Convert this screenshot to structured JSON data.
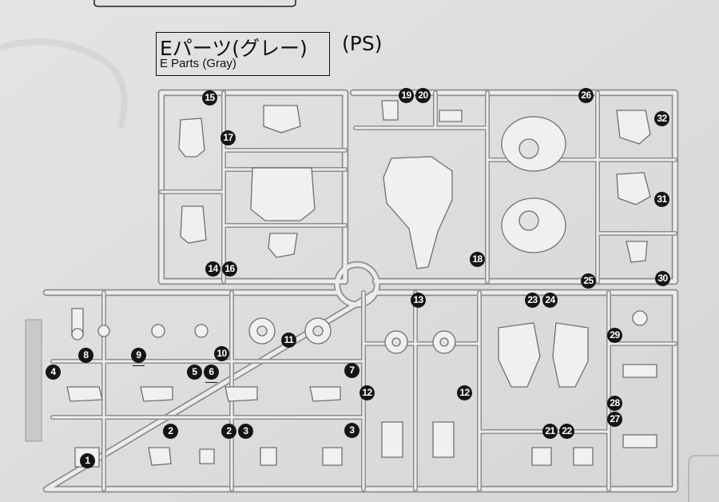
{
  "header": {
    "title_jp": "Eパーツ(グレー)",
    "title_en": "E Parts (Gray)",
    "material": "(PS)"
  },
  "parts": [
    {
      "id": "p15",
      "label": "15",
      "underline": false
    },
    {
      "id": "p17",
      "label": "17",
      "underline": false
    },
    {
      "id": "p14",
      "label": "14",
      "underline": false
    },
    {
      "id": "p16",
      "label": "16",
      "underline": false
    },
    {
      "id": "p19",
      "label": "19",
      "underline": false
    },
    {
      "id": "p20",
      "label": "20",
      "underline": false
    },
    {
      "id": "p26",
      "label": "26",
      "underline": false
    },
    {
      "id": "p32",
      "label": "32",
      "underline": false
    },
    {
      "id": "p31",
      "label": "31",
      "underline": false
    },
    {
      "id": "p18",
      "label": "18",
      "underline": false
    },
    {
      "id": "p25",
      "label": "25",
      "underline": false
    },
    {
      "id": "p30",
      "label": "30",
      "underline": false
    },
    {
      "id": "p13",
      "label": "13",
      "underline": false
    },
    {
      "id": "p23",
      "label": "23",
      "underline": false
    },
    {
      "id": "p24",
      "label": "24",
      "underline": false
    },
    {
      "id": "p29",
      "label": "29",
      "underline": false
    },
    {
      "id": "p8",
      "label": "8",
      "underline": false
    },
    {
      "id": "p9",
      "label": "9",
      "underline": true
    },
    {
      "id": "p10",
      "label": "10",
      "underline": false
    },
    {
      "id": "p11",
      "label": "11",
      "underline": false
    },
    {
      "id": "p4",
      "label": "4",
      "underline": false
    },
    {
      "id": "p5",
      "label": "5",
      "underline": false
    },
    {
      "id": "p6",
      "label": "6",
      "underline": true
    },
    {
      "id": "p7",
      "label": "7",
      "underline": false
    },
    {
      "id": "p12a",
      "label": "12",
      "underline": false
    },
    {
      "id": "p12b",
      "label": "12",
      "underline": false
    },
    {
      "id": "p28",
      "label": "28",
      "underline": false
    },
    {
      "id": "p27",
      "label": "27",
      "underline": false
    },
    {
      "id": "p2a",
      "label": "2",
      "underline": false
    },
    {
      "id": "p2b",
      "label": "2",
      "underline": false
    },
    {
      "id": "p3a",
      "label": "3",
      "underline": false
    },
    {
      "id": "p3b",
      "label": "3",
      "underline": false
    },
    {
      "id": "p21",
      "label": "21",
      "underline": false
    },
    {
      "id": "p22",
      "label": "22",
      "underline": false
    },
    {
      "id": "p1",
      "label": "1",
      "underline": false
    }
  ]
}
